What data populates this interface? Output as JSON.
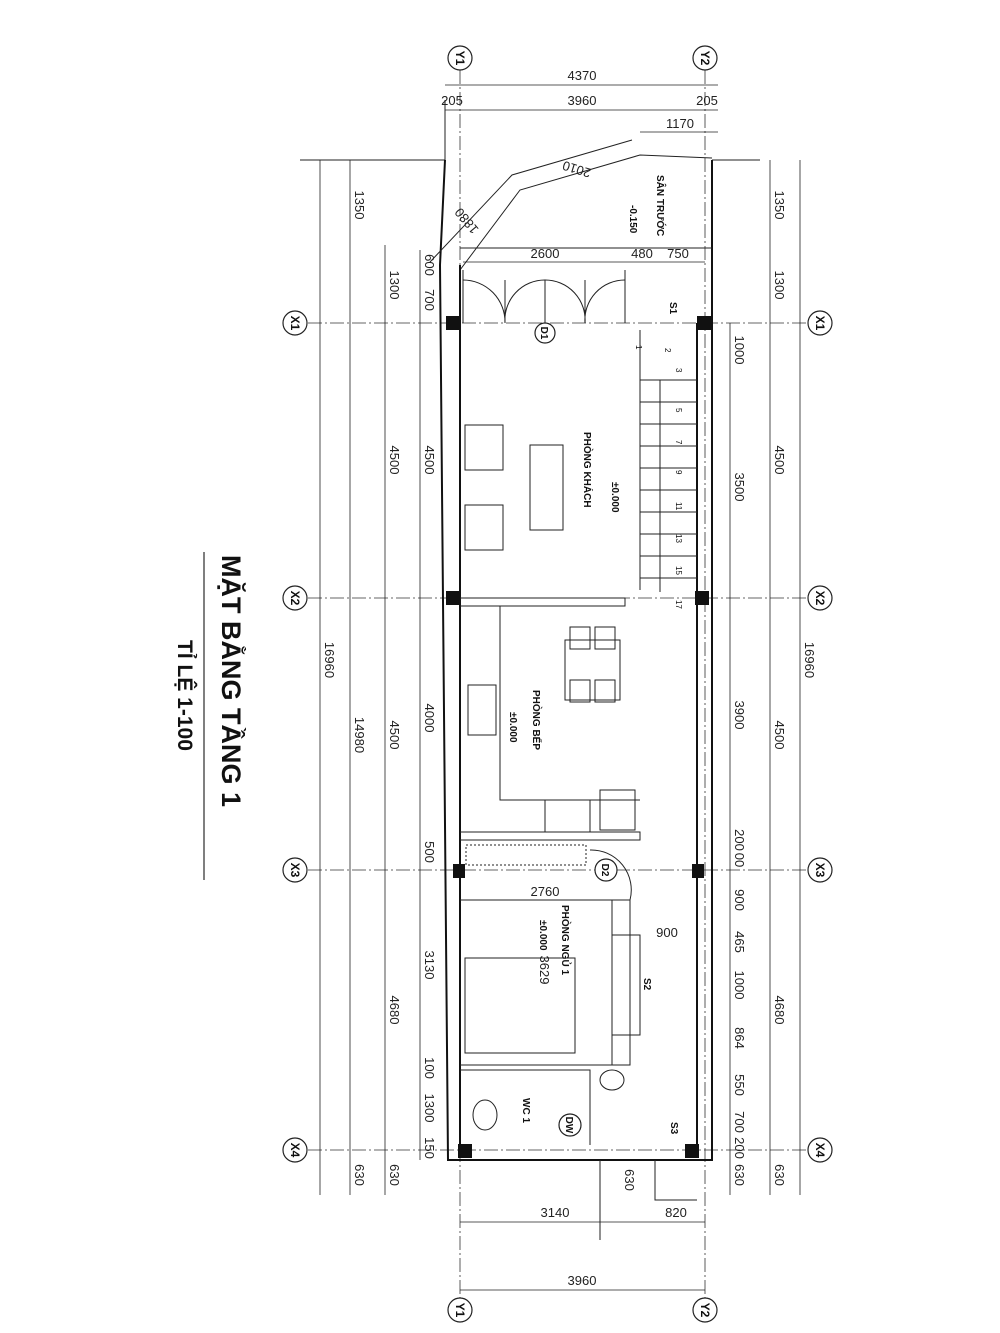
{
  "title": "MẶT BẰNG TẦNG 1",
  "scale": "TỈ LỆ 1-100",
  "grid": {
    "x": [
      "X1",
      "X2",
      "X3",
      "X4"
    ],
    "y": [
      "Y1",
      "Y2"
    ]
  },
  "rooms": {
    "front_yard": "SÂN TRƯỚC",
    "living": "PHÒNG KHÁCH",
    "kitchen": "PHÒNG BẾP",
    "bedroom": "PHÒNG NGỦ 1",
    "wc": "WC 1"
  },
  "levels": {
    "front_yard": "-0.150",
    "living": "±0.000",
    "kitchen": "±0.000",
    "bedroom": "±0.000"
  },
  "tags": {
    "d1": "D1",
    "d2": "D2",
    "dw": "DW",
    "s1": "S1",
    "s2": "S2",
    "s3": "S3"
  },
  "stair_numbers": [
    "1",
    "2",
    "3",
    "5",
    "7",
    "9",
    "11",
    "13",
    "15",
    "17"
  ],
  "dims": {
    "top": {
      "total": "4370",
      "left_off": "205",
      "span": "3960",
      "right_off": "205",
      "d1170": "1170",
      "d2010": "2010",
      "d1880": "1880",
      "d2600": "2600",
      "d480": "480",
      "d750": "750"
    },
    "left_outer": {
      "total": "16960"
    },
    "left_2": {
      "a": "1350",
      "b": "14980",
      "c": "630"
    },
    "left_3": {
      "a": "1300",
      "b": "4500",
      "c": "4500",
      "d": "4680",
      "e": "630"
    },
    "left_4": {
      "a": "600",
      "b": "700",
      "c": "4500",
      "d": "4000",
      "e": "500",
      "f": "3130",
      "g": "100",
      "h": "1300",
      "i": "150"
    },
    "right_1": {
      "a": "1000",
      "b": "3500",
      "c": "3900",
      "d": "200",
      "e": "00",
      "f": "900",
      "g": "465",
      "h": "1000",
      "i": "864",
      "j": "550",
      "k": "700",
      "l": "200",
      "m": "630"
    },
    "right_2": {
      "a": "1350",
      "b": "1300",
      "c": "4500",
      "d": "4500",
      "e": "4680",
      "f": "630"
    },
    "right_outer": {
      "total": "16960"
    },
    "interior": {
      "d2760": "2760",
      "d3629": "3629",
      "d900": "900",
      "d630": "630"
    },
    "bottom": {
      "d3140": "3140",
      "d820": "820",
      "total": "3960"
    }
  }
}
